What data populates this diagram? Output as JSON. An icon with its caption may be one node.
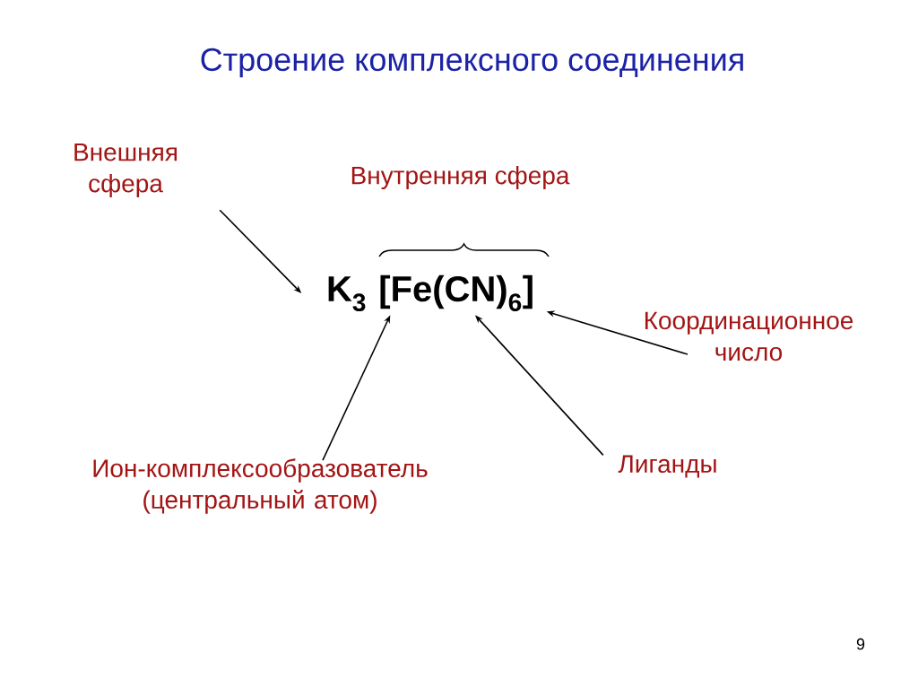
{
  "diagram": {
    "title": "Строение  комплексного соединения",
    "nodes": [
      {
        "text": [
          "Внешняя сфера"
        ]
      },
      {
        "text": [
          "K$_{3}$ [Fe(CN)$_{6}$]"
        ]
      },
      {
        "text": [
          "Координационное число"
        ]
      },
      {
        "text": [
          "Ион-комплексообразователь (центральный атом)"
        ]
      },
      {
        "text": [
          "Лиганды"
        ]
      }
    ],
    "edges": [
      {
        "from": 0,
        "to": 1,
        "arrow": "to"
      },
      {
        "from": 3,
        "to": 1,
        "arrow": "to"
      },
      {
        "from": 4,
        "to": 1,
        "arrow": "to"
      },
      {
        "from": 2,
        "to": 1,
        "arrow": "to"
      }
    ],
    "labels": [
      "Внутренняя сфера",
      "9"
    ]
  }
}
